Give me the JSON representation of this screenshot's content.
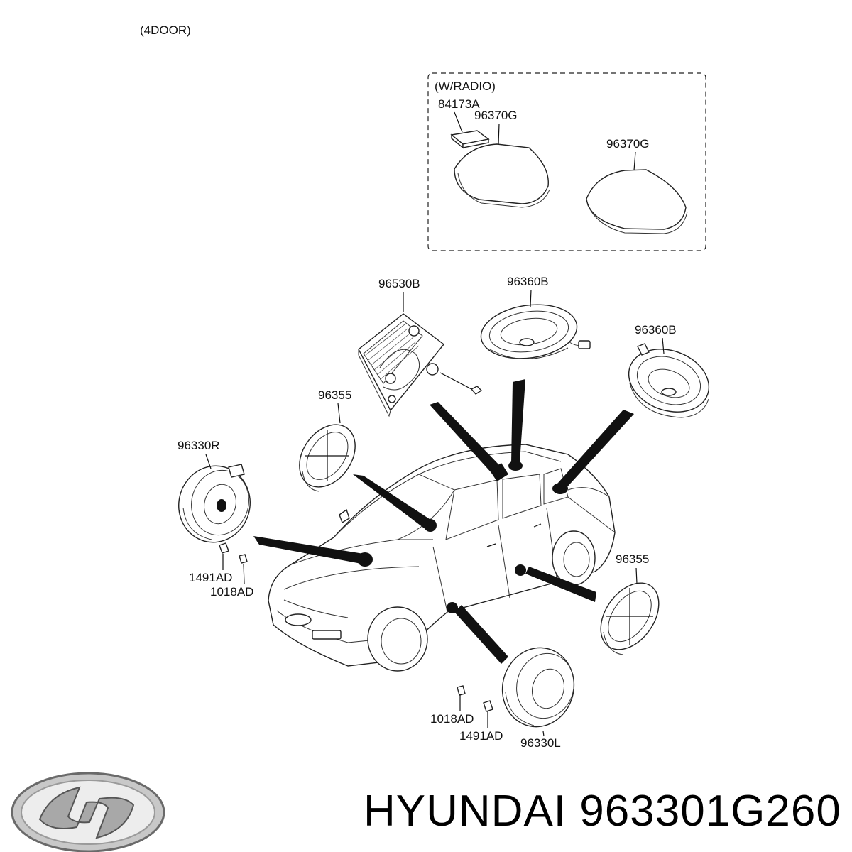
{
  "header": {
    "variant": "(4DOOR)"
  },
  "inset": {
    "title": "(W/RADIO)",
    "parts": [
      "84173A",
      "96370G",
      "96370G"
    ]
  },
  "parts": {
    "amplifier": "96530B",
    "rear_speaker_center": "96360B",
    "rear_speaker_right": "96360B",
    "front_grille_left": "96355",
    "front_grille_right": "96355",
    "front_speaker_right": "96330R",
    "front_speaker_left": "96330L",
    "bolt_upper": "1018AD",
    "clip_upper": "1491AD",
    "bolt_lower": "1018AD",
    "clip_lower": "1491AD"
  },
  "footer": {
    "brand": "HYUNDAI",
    "part_number": "963301G260",
    "logo_icon": "hyundai-logo-icon"
  },
  "colors": {
    "line": "#111111",
    "background": "#ffffff"
  }
}
